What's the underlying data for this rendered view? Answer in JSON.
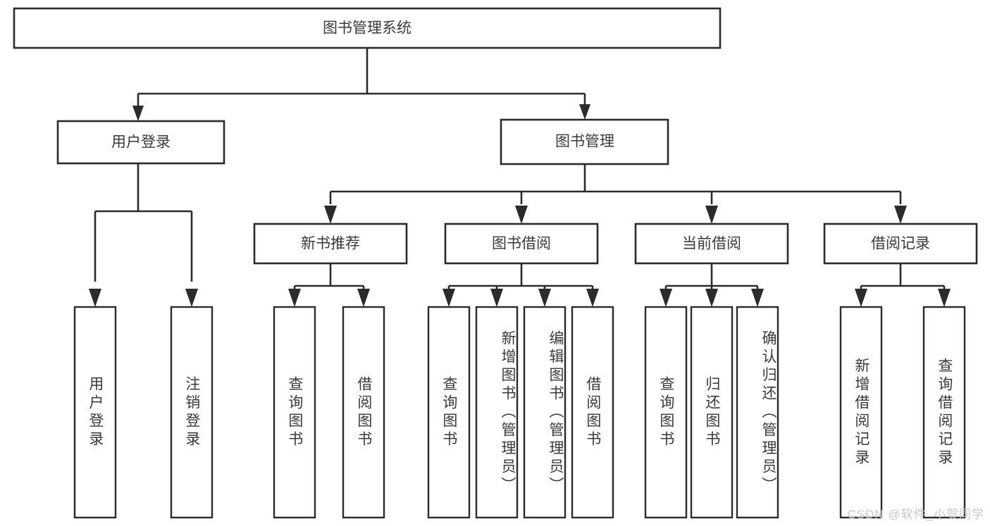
{
  "diagram": {
    "title_node": {
      "label": "图书管理系统"
    },
    "level2": [
      {
        "label": "用户登录"
      },
      {
        "label": "图书管理"
      }
    ],
    "level3": [
      {
        "label": "新书推荐"
      },
      {
        "label": "图书借阅"
      },
      {
        "label": "当前借阅"
      },
      {
        "label": "借阅记录"
      }
    ],
    "leaves": {
      "user_login": [
        {
          "label": "用户登录"
        },
        {
          "label": "注销登录"
        }
      ],
      "new_book_recommend": [
        {
          "label": "查询图书"
        },
        {
          "label": "借阅图书"
        }
      ],
      "book_borrow": [
        {
          "label": "查询图书"
        },
        {
          "label": "新增图书（管理员）"
        },
        {
          "label": "编辑图书（管理员）"
        },
        {
          "label": "借阅图书"
        }
      ],
      "current_borrow": [
        {
          "label": "查询图书"
        },
        {
          "label": "归还图书"
        },
        {
          "label": "确认归还（管理员）"
        }
      ],
      "borrow_record": [
        {
          "label": "新增借阅记录"
        },
        {
          "label": "查询借阅记录"
        }
      ]
    },
    "watermark": {
      "text": "CSDN @软件_小贺同学"
    },
    "colors": {
      "stroke": "#2b2b2b",
      "text": "#3a3a3a",
      "background": "#ffffff",
      "watermark": "#c9c9c9"
    }
  }
}
